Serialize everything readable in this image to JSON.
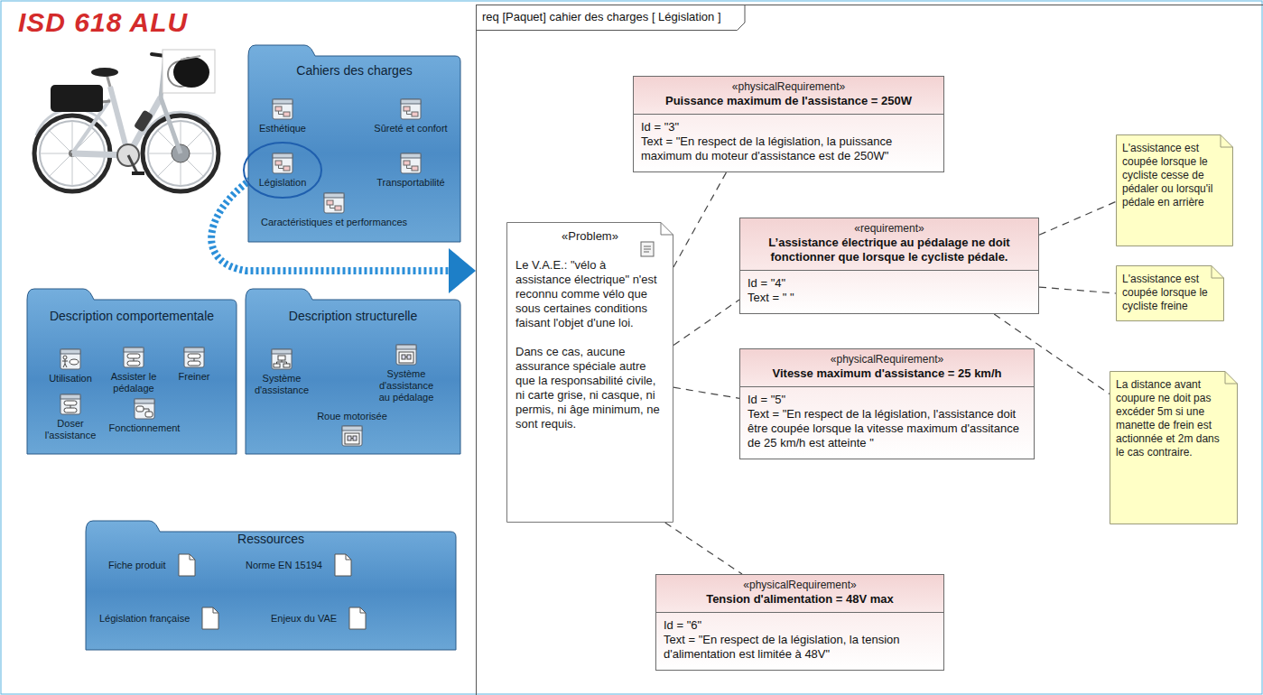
{
  "diagram": {
    "title": "ISD 618 ALU",
    "nodes": [
      {
        "text": [
          "Cahiers des charges"
        ]
      },
      {
        "text": [
          "Esthétique"
        ],
        "in": 0
      },
      {
        "text": [
          "Sûreté et confort"
        ],
        "in": 0
      },
      {
        "text": [
          "Législation"
        ],
        "in": 0
      },
      {
        "text": [
          "Transportabilité"
        ],
        "in": 0
      },
      {
        "text": [
          "Caractéristiques et performances"
        ],
        "in": 0
      },
      {
        "text": [
          "Description comportementale"
        ]
      },
      {
        "text": [
          "Utilisation"
        ],
        "in": 6
      },
      {
        "text": [
          "Assister le pédalage"
        ],
        "in": 6
      },
      {
        "text": [
          "Freiner"
        ],
        "in": 6
      },
      {
        "text": [
          "Doser l'assistance"
        ],
        "in": 6
      },
      {
        "text": [
          "Fonctionnement"
        ],
        "in": 6
      },
      {
        "text": [
          "Description structurelle"
        ]
      },
      {
        "text": [
          "Système d'assistance"
        ],
        "in": 12
      },
      {
        "text": [
          "Système d'assistance au pédalage"
        ],
        "in": 12
      },
      {
        "text": [
          "Roue motorisée"
        ],
        "in": 12
      },
      {
        "text": [
          "Ressources"
        ]
      },
      {
        "text": [
          "Fiche produit"
        ],
        "in": 16
      },
      {
        "text": [
          "Norme EN 15194"
        ],
        "in": 16
      },
      {
        "text": [
          "Législation française"
        ],
        "in": 16
      },
      {
        "text": [
          "Enjeux du VAE"
        ],
        "in": 16
      },
      {
        "text": [
          "req [Paquet] cahier des charges [ Législation ]"
        ]
      },
      {
        "text": [
          "«Problem»",
          "Le V.A.E.: \"vélo à assistance électrique\" n'est reconnu comme vélo que sous certaines conditions faisant l'objet d'une loi.",
          "Dans ce cas, aucune assurance spéciale autre que la responsabilité civile, ni carte grise, ni casque, ni permis, ni âge minimum, ne sont requis."
        ],
        "in": 21
      },
      {
        "text": [
          "«physicalRequirement»",
          "Puissance maximum de l'assistance = 250W",
          "Id = \"3\"",
          "Text = \"En respect de la législation, la puissance maximum du moteur d'assistance est de 250W\""
        ],
        "in": 21
      },
      {
        "text": [
          "«requirement»",
          "L’assistance électrique au pédalage ne doit fonctionner que lorsque le cycliste pédale.",
          "Id = \"4\"",
          "Text = \" \""
        ],
        "in": 21
      },
      {
        "text": [
          "«physicalRequirement»",
          "Vitesse maximum d'assistance = 25 km/h",
          "Id = \"5\"",
          "Text = \"En respect de la législation, l'assistance doit être coupée lorsque la vitesse maximum d'assitance de 25 km/h est atteinte \""
        ],
        "in": 21
      },
      {
        "text": [
          "«physicalRequirement»",
          "Tension d'alimentation = 48V max",
          "Id = \"6\"",
          "Text = \"En respect de la législation, la tension d'alimentation est limitée à 48V\""
        ],
        "in": 21
      },
      {
        "text": [
          "L'assistance est coupée lorsque le cycliste cesse de pédaler ou lorsqu'il pédale en arrière"
        ],
        "in": 21
      },
      {
        "text": [
          "L'assistance est coupée lorsque le cycliste freine"
        ],
        "in": 21
      },
      {
        "text": [
          "La distance avant coupure ne doit pas excéder 5m si une manette de frein est actionnée et 2m dans le cas contraire."
        ],
        "in": 21
      }
    ],
    "edges": [
      {
        "from": 22,
        "to": 23,
        "arrow": "none"
      },
      {
        "from": 22,
        "to": 24,
        "arrow": "none"
      },
      {
        "from": 22,
        "to": 25,
        "arrow": "none"
      },
      {
        "from": 22,
        "to": 26,
        "arrow": "none"
      },
      {
        "from": 24,
        "to": 27,
        "arrow": "none"
      },
      {
        "from": 24,
        "to": 28,
        "arrow": "none"
      },
      {
        "from": 24,
        "to": 29,
        "arrow": "none"
      },
      {
        "from": 3,
        "to": 21,
        "arrow": "to"
      }
    ]
  }
}
